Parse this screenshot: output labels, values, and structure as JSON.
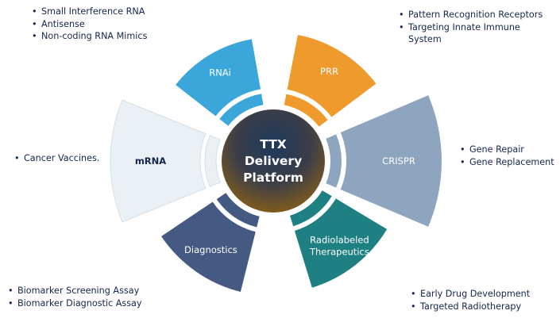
{
  "center": {
    "lines": [
      "TTX",
      "Delivery",
      "Platform"
    ]
  },
  "colors": {
    "rnai": "#3aa6d9",
    "prr": "#ee9a2c",
    "crispr": "#8ea5c0",
    "therapeutics": "#1e8083",
    "diagnostics": "#455a82",
    "mrna": "#ebf0f5",
    "center_top": "#1f3a5c",
    "center_mid": "#3a3d49",
    "center_bottom": "#8c6116",
    "text": "#14264d"
  },
  "segments": [
    {
      "id": "rnai",
      "label_lines": [
        "RNAi"
      ],
      "label_color": "#ffffff",
      "bullets": [
        "Small Interference RNA",
        "Antisense",
        "Non-coding RNA Mimics"
      ]
    },
    {
      "id": "prr",
      "label_lines": [
        "PRR"
      ],
      "label_color": "#ffffff",
      "bullets": [
        "Pattern Recognition Receptors",
        "Targeting Innate Immune System"
      ]
    },
    {
      "id": "crispr",
      "label_lines": [
        "CRISPR"
      ],
      "label_color": "#ffffff",
      "bullets": [
        "Gene Repair",
        "Gene Replacement"
      ]
    },
    {
      "id": "therapeutics",
      "label_lines": [
        "Radiolabeled",
        "Therapeutics"
      ],
      "label_color": "#ffffff",
      "bullets": [
        "Early Drug Development",
        "Targeted Radiotherapy"
      ]
    },
    {
      "id": "diagnostics",
      "label_lines": [
        "Diagnostics"
      ],
      "label_color": "#ffffff",
      "bullets": [
        "Biomarker Screening Assay",
        "Biomarker Diagnostic Assay"
      ]
    },
    {
      "id": "mrna",
      "label_lines": [
        "mRNA"
      ],
      "label_color": "#14264d",
      "bullets": [
        "Cancer Vaccines."
      ]
    }
  ]
}
